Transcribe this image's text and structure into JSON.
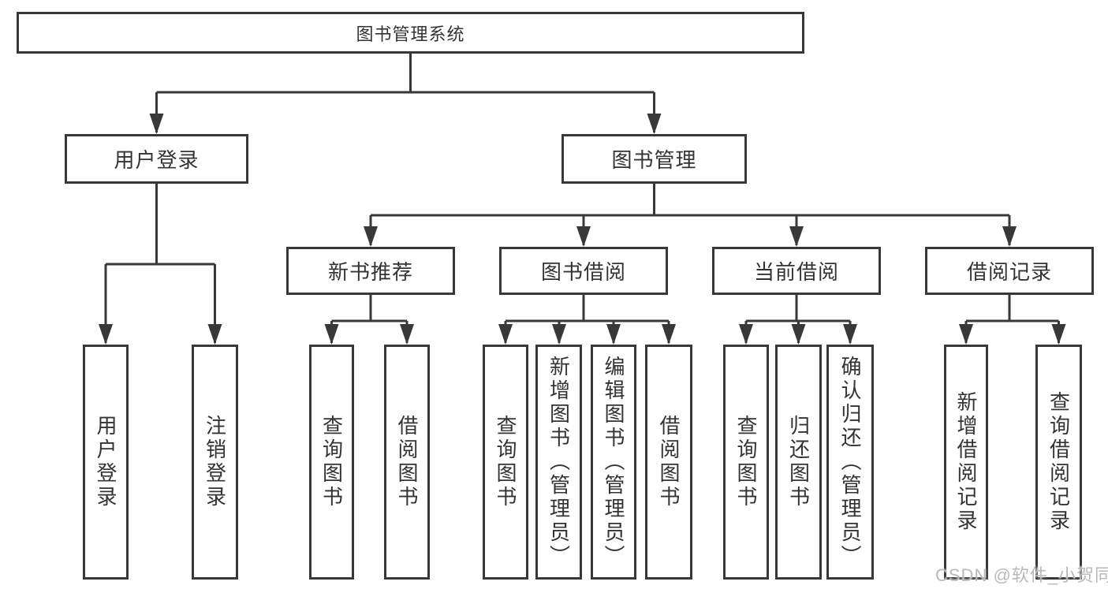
{
  "colors": {
    "line": "#383838",
    "text": "#333333",
    "watermark": "#b9b9b9",
    "background": "#ffffff"
  },
  "watermark": {
    "text": "CSDN @软件_小贺同学"
  },
  "diagram": {
    "type": "hierarchy-tree",
    "root": {
      "label": "图书管理系统"
    },
    "branches": [
      {
        "label": "用户登录",
        "children": [
          {
            "label": "用户登录"
          },
          {
            "label": "注销登录"
          }
        ]
      },
      {
        "label": "图书管理",
        "children": [
          {
            "label": "新书推荐",
            "children": [
              {
                "label": "查询图书"
              },
              {
                "label": "借阅图书"
              }
            ]
          },
          {
            "label": "图书借阅",
            "children": [
              {
                "label": "查询图书"
              },
              {
                "label": "新增图书（管理员）"
              },
              {
                "label": "编辑图书（管理员）"
              },
              {
                "label": "借阅图书"
              }
            ]
          },
          {
            "label": "当前借阅",
            "children": [
              {
                "label": "查询图书"
              },
              {
                "label": "归还图书"
              },
              {
                "label": "确认归还（管理员）"
              }
            ]
          },
          {
            "label": "借阅记录",
            "children": [
              {
                "label": "新增借阅记录"
              },
              {
                "label": "查询借阅记录"
              }
            ]
          }
        ]
      }
    ]
  }
}
